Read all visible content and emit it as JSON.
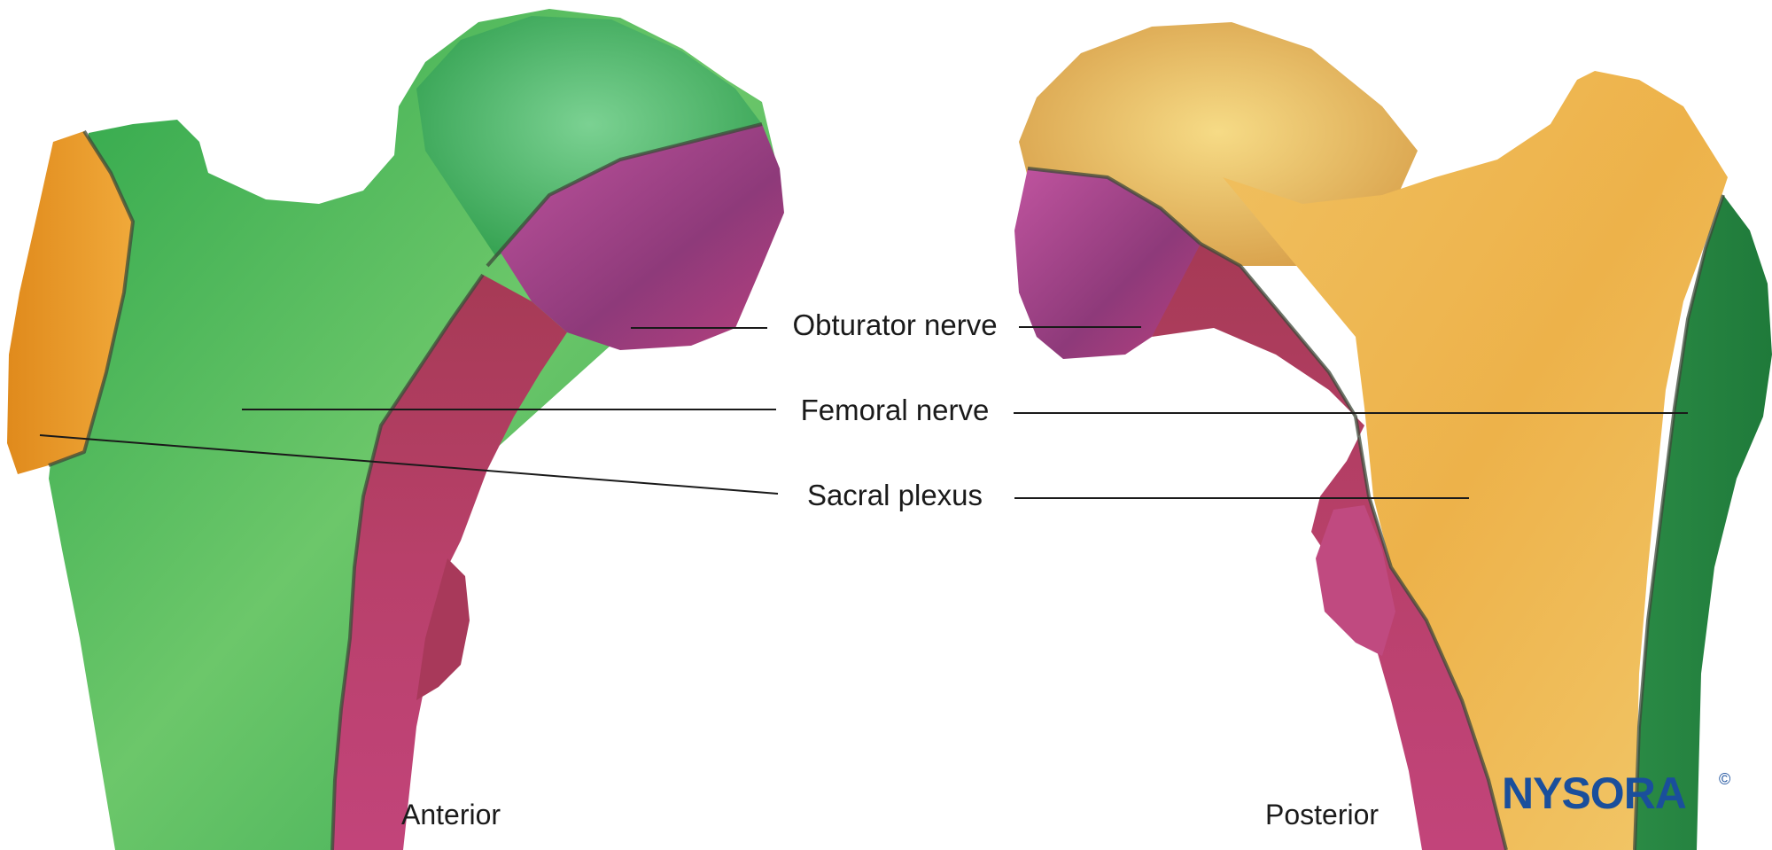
{
  "labels": {
    "obturator": "Obturator nerve",
    "femoral": "Femoral nerve",
    "sacral": "Sacral plexus"
  },
  "views": {
    "anterior": "Anterior",
    "posterior": "Posterior"
  },
  "logo": {
    "text": "NYSORA",
    "mark": "©"
  },
  "colors": {
    "femoral_region": "#3fb35a",
    "obturator_region": "#b04a9a",
    "sacral_region": "#e3a232",
    "femoral_head_posterior": "#f0cf6e",
    "logo_blue": "#1a4f9c"
  }
}
